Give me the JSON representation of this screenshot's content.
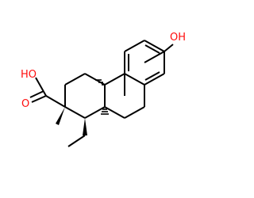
{
  "molecule": {
    "atom_labels": {
      "phenol_hydroxyl": "OH",
      "acid_hydroxyl": "HO",
      "carbonyl_oxygen": "O"
    },
    "colors": {
      "oxygen": "#ff0d0d",
      "carbon_bond": "#000000",
      "background": "#ffffff"
    }
  }
}
